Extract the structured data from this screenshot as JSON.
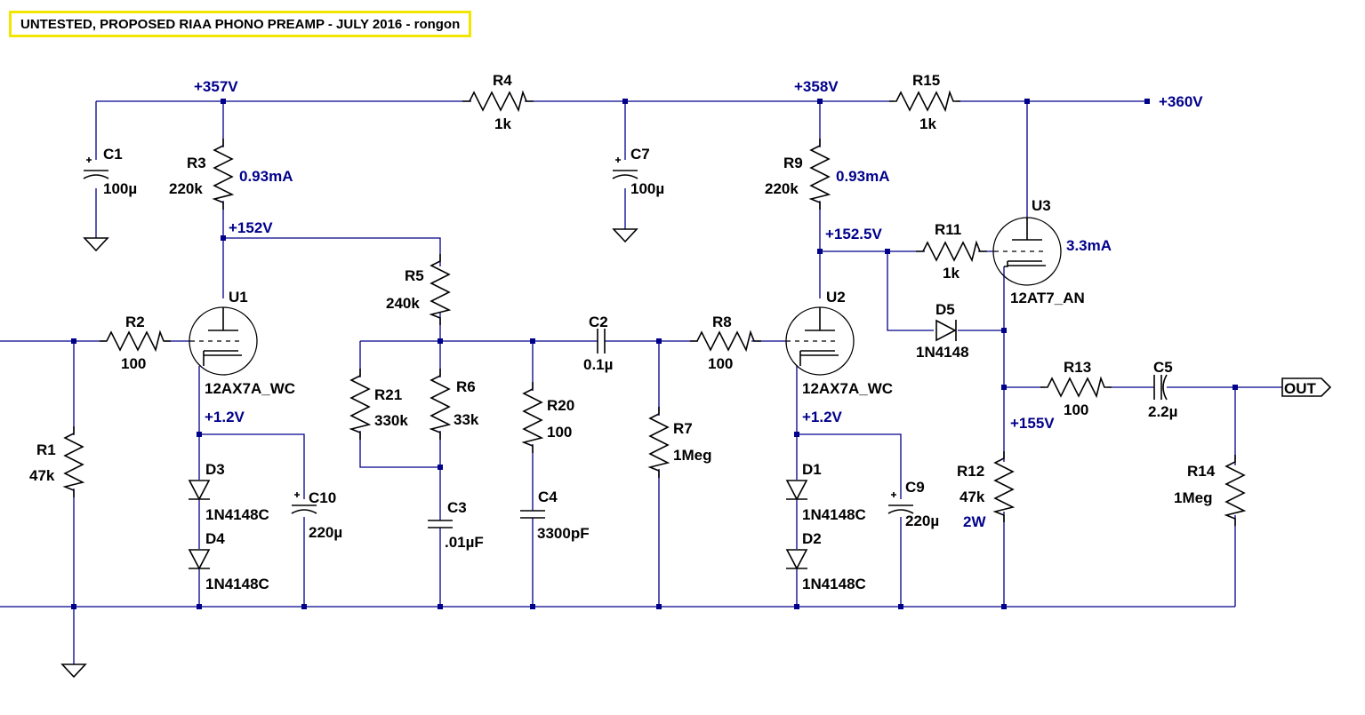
{
  "title": "UNTESTED, PROPOSED RIAA PHONO PREAMP - JULY 2016 - rongon",
  "components": [
    {
      "ref": "C1",
      "value": "100µ"
    },
    {
      "ref": "R3",
      "value": "220k"
    },
    {
      "ref": "R4",
      "value": "1k"
    },
    {
      "ref": "C7",
      "value": "100µ"
    },
    {
      "ref": "R9",
      "value": "220k"
    },
    {
      "ref": "R15",
      "value": "1k"
    },
    {
      "ref": "U3",
      "value": "12AT7_AN"
    },
    {
      "ref": "R11",
      "value": "1k"
    },
    {
      "ref": "R5",
      "value": "240k"
    },
    {
      "ref": "U1",
      "value": "12AX7A_WC"
    },
    {
      "ref": "R2",
      "value": "100"
    },
    {
      "ref": "C2",
      "value": "0.1µ"
    },
    {
      "ref": "R8",
      "value": "100"
    },
    {
      "ref": "U2",
      "value": "12AX7A_WC"
    },
    {
      "ref": "D5",
      "value": "1N4148"
    },
    {
      "ref": "R21",
      "value": "330k"
    },
    {
      "ref": "R6",
      "value": "33k"
    },
    {
      "ref": "R20",
      "value": "100"
    },
    {
      "ref": "R7",
      "value": "1Meg"
    },
    {
      "ref": "R13",
      "value": "100"
    },
    {
      "ref": "C5",
      "value": "2.2µ"
    },
    {
      "ref": "R1",
      "value": "47k"
    },
    {
      "ref": "D3",
      "value": "1N4148C"
    },
    {
      "ref": "D4",
      "value": "1N4148C"
    },
    {
      "ref": "C10",
      "value": "220µ"
    },
    {
      "ref": "C3",
      "value": ".01µF"
    },
    {
      "ref": "C4",
      "value": "3300pF"
    },
    {
      "ref": "D1",
      "value": "1N4148C"
    },
    {
      "ref": "D2",
      "value": "1N4148C"
    },
    {
      "ref": "C9",
      "value": "220µ"
    },
    {
      "ref": "R12",
      "value": "47k"
    },
    {
      "ref": "R14",
      "value": "1Meg"
    }
  ],
  "annotations": [
    "+357V",
    "+358V",
    "+360V",
    "+152V",
    "+152.5V",
    "0.93mA",
    "0.93mA",
    "3.3mA",
    "+1.2V",
    "+1.2V",
    "+155V",
    "2W"
  ],
  "output_port": "OUT"
}
